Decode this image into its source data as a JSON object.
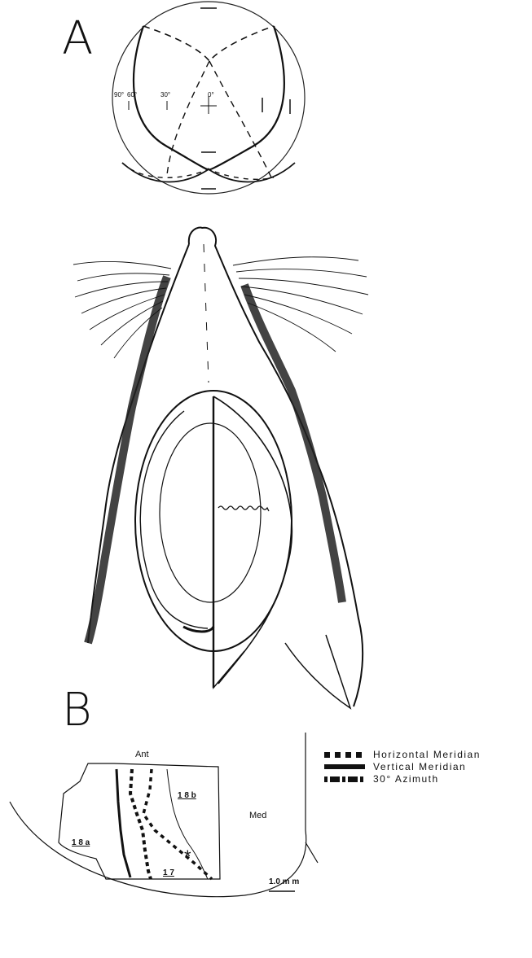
{
  "panels": {
    "a": {
      "letter": "A"
    },
    "b": {
      "letter": "B"
    }
  },
  "field_map": {
    "azimuth_ticks": [
      "90°",
      "60°",
      "30°",
      "0°"
    ]
  },
  "cortex_map": {
    "anterior_label": "Ant",
    "medial_label": "Med",
    "areas": {
      "area_18a": "1 8 a",
      "area_18b": "1 8 b",
      "area_17": "1 7"
    },
    "marker": "*",
    "scale_bar": "1.0 m m"
  },
  "legend": {
    "items": [
      {
        "label": "Horizontal Meridian",
        "style": "dotted"
      },
      {
        "label": "Vertical Meridian",
        "style": "solid"
      },
      {
        "label": "30° Azimuth",
        "style": "dash-dot"
      }
    ]
  }
}
